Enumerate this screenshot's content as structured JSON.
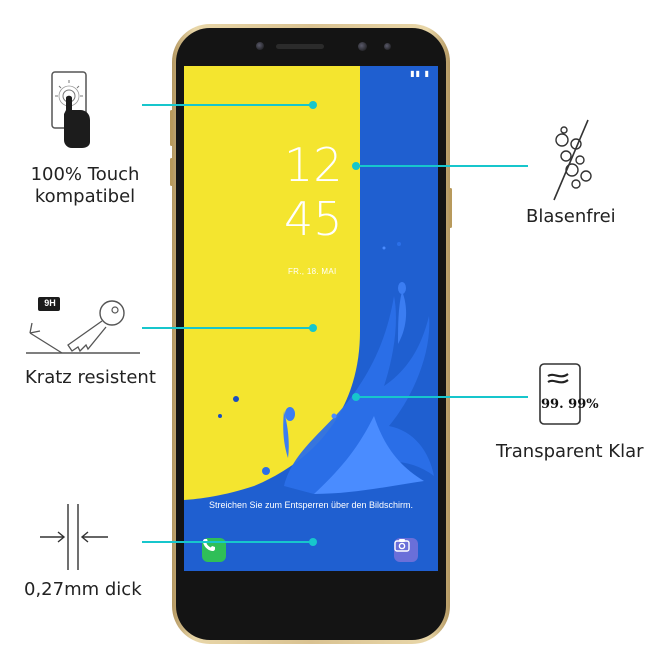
{
  "features": {
    "touch": {
      "line1": "100% Touch",
      "line2": "kompatibel",
      "icon": "touch-icon"
    },
    "bubble": {
      "label": "Blasenfrei",
      "icon": "bubble-free-icon"
    },
    "scratch": {
      "label": "Kratz resistent",
      "badge": "9H",
      "icon": "scratch-key-icon"
    },
    "transparent": {
      "label": "Transparent Klar",
      "badge": "99. 99%",
      "icon": "clarity-icon"
    },
    "thickness": {
      "label": "0,27mm dick",
      "icon": "thickness-arrows-icon"
    }
  },
  "phone": {
    "clock_hours": "12",
    "clock_minutes": "45",
    "date": "FR., 18. MAI",
    "unlock_hint": "Streichen Sie zum Entsperren über den Bildschirm.",
    "colors": {
      "yellow": "#f4e52f",
      "blue": "#1f5fd0",
      "accent_line": "#17c6cc"
    }
  }
}
